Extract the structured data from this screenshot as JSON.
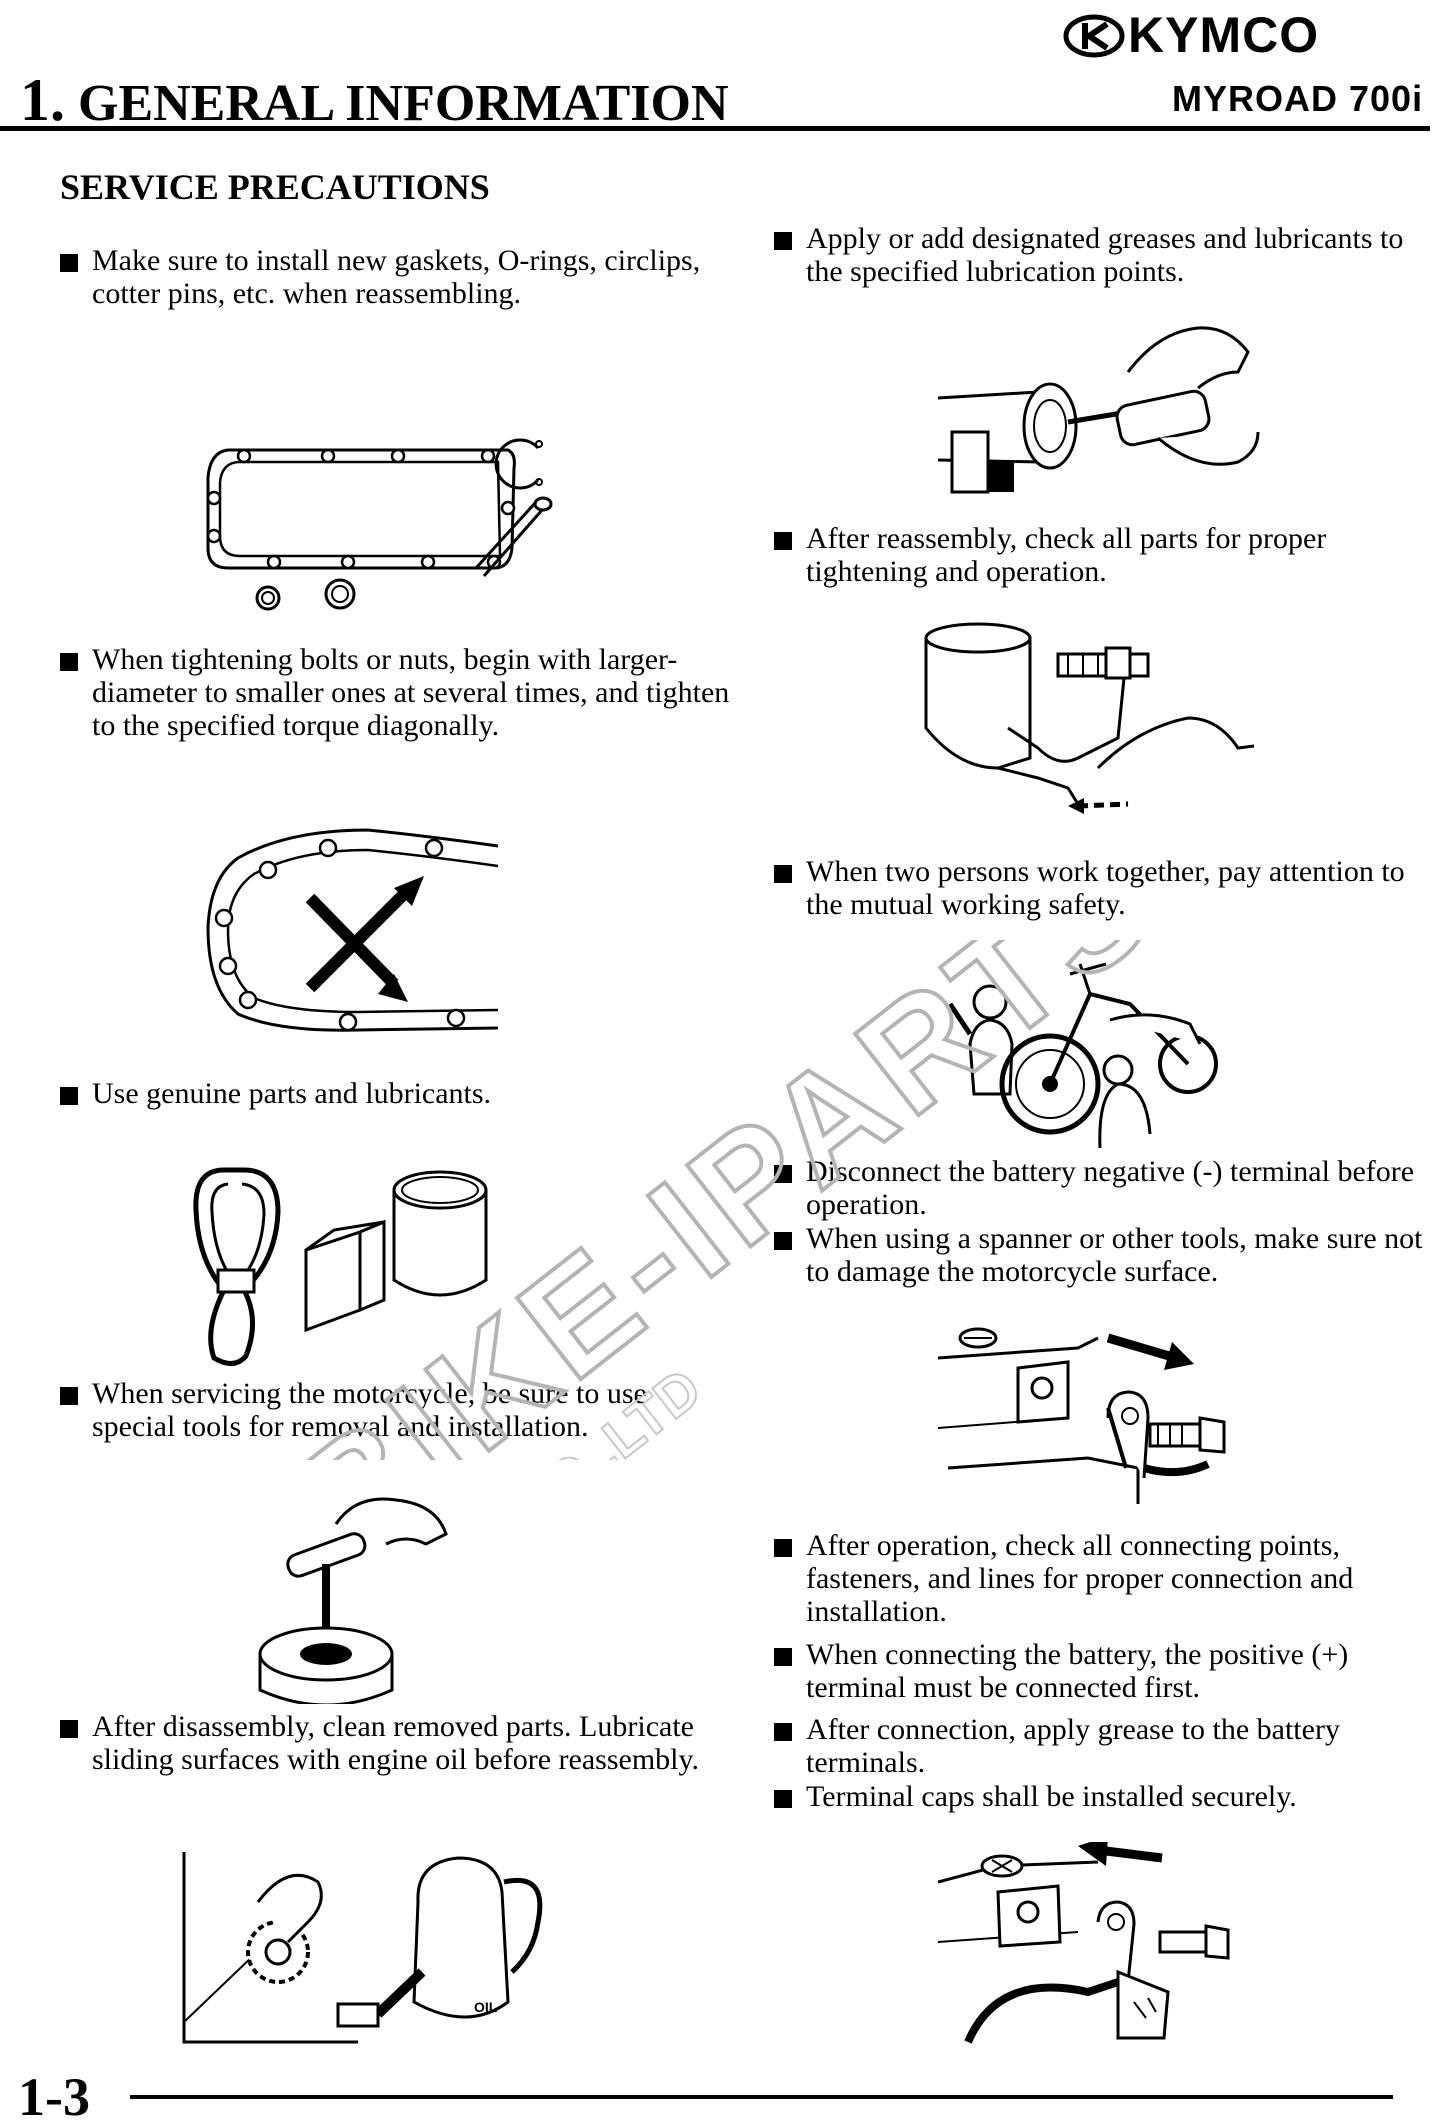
{
  "header": {
    "brand": "KYMCO",
    "model": "MYROAD 700i",
    "chapter_number": "1.",
    "chapter_title": "GENERAL INFORMATION"
  },
  "section_title": "SERVICE PRECAUTIONS",
  "left_items": [
    {
      "text": "Make sure to install new gaskets, O-rings, circlips, cotter pins, etc. when reassembling."
    },
    {
      "text": "When tightening bolts or nuts, begin with larger-diameter to smaller ones at several times, and tighten to the specified torque diagonally."
    },
    {
      "text": "Use genuine parts and lubricants."
    },
    {
      "text": "When servicing the motorcycle, be sure to use special tools for removal and installation."
    },
    {
      "text": "After disassembly, clean removed parts. Lubricate sliding surfaces with engine oil before reassembly."
    }
  ],
  "right_items": [
    {
      "text": "Apply or add designated greases and lubricants to the specified lubrication points."
    },
    {
      "text": "After reassembly, check all parts for proper tightening and operation."
    },
    {
      "text": "When two persons work together, pay attention to the mutual working safety."
    },
    {
      "text": "Disconnect the battery negative (-) terminal before operation."
    },
    {
      "text": "When using a spanner or other tools, make sure not to damage the motorcycle surface."
    },
    {
      "text": "After operation, check all connecting points, fasteners, and lines for proper connection and installation."
    },
    {
      "text": "When connecting the battery, the positive (+) terminal must be connected first."
    },
    {
      "text": "After connection, apply grease to the battery terminals."
    },
    {
      "text": "Terminal caps shall be installed securely."
    }
  ],
  "figure_labels": {
    "oil_can": "OIL"
  },
  "watermark": {
    "main": "BIKE-IPARTS",
    "sub": "CO.,LTD"
  },
  "footer": {
    "page_number": "1-3"
  },
  "colors": {
    "ink": "#000000",
    "watermark": "#b4b4b4"
  }
}
